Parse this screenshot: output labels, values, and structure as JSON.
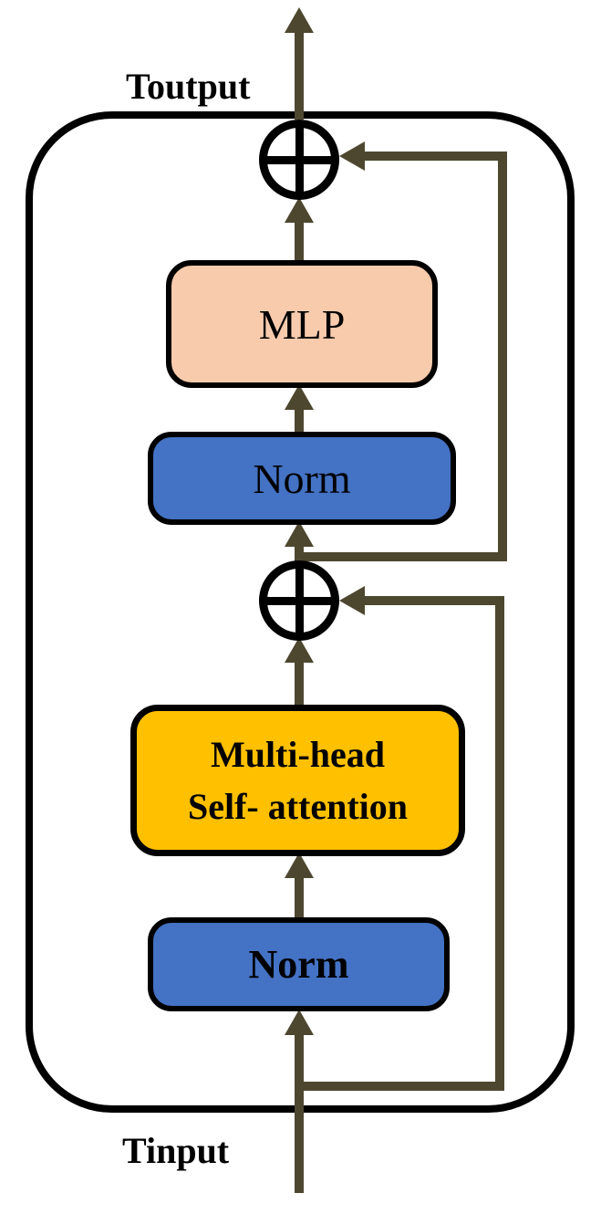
{
  "diagram": {
    "output_label": "Toutput",
    "input_label": "Tinput",
    "blocks": {
      "mlp": {
        "label": "MLP",
        "fill": "#F8CBAD"
      },
      "norm_top": {
        "label": "Norm",
        "fill": "#4472C4"
      },
      "attention": {
        "line1": "Multi-head",
        "line2": "Self- attention",
        "fill": "#FFC000"
      },
      "norm_bottom": {
        "label": "Norm",
        "fill": "#4472C4"
      }
    },
    "icons": {
      "residual_add_top": "circle-plus",
      "residual_add_middle": "circle-plus"
    },
    "colors": {
      "arrow": "#4e4730",
      "outline": "#000000",
      "canvas": "#ffffff"
    }
  }
}
